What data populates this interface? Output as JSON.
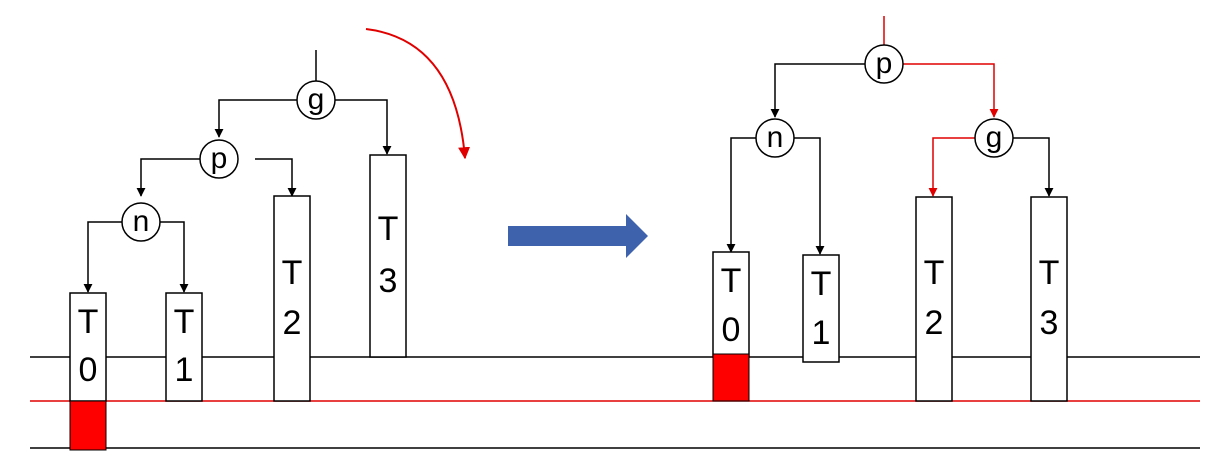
{
  "colors": {
    "line": "#000000",
    "highlight": "#e00000",
    "block": "#ff0000",
    "rotation_arrow": "#e00000",
    "transition_arrow": "#3f62ad",
    "background": "#ffffff"
  },
  "before": {
    "nodes": {
      "g": "g",
      "p": "p",
      "n": "n"
    },
    "subtrees": {
      "t0": [
        "T",
        "0"
      ],
      "t1": [
        "T",
        "1"
      ],
      "t2": [
        "T",
        "2"
      ],
      "t3": [
        "T",
        "3"
      ]
    }
  },
  "after": {
    "nodes": {
      "p": "p",
      "n": "n",
      "g": "g"
    },
    "subtrees": {
      "t0": [
        "T",
        "0"
      ],
      "t1": [
        "T",
        "1"
      ],
      "t2": [
        "T",
        "2"
      ],
      "t3": [
        "T",
        "3"
      ]
    }
  },
  "icons": {
    "rotation": "clockwise-rotation-arrow-icon",
    "transition": "right-arrow-icon"
  }
}
